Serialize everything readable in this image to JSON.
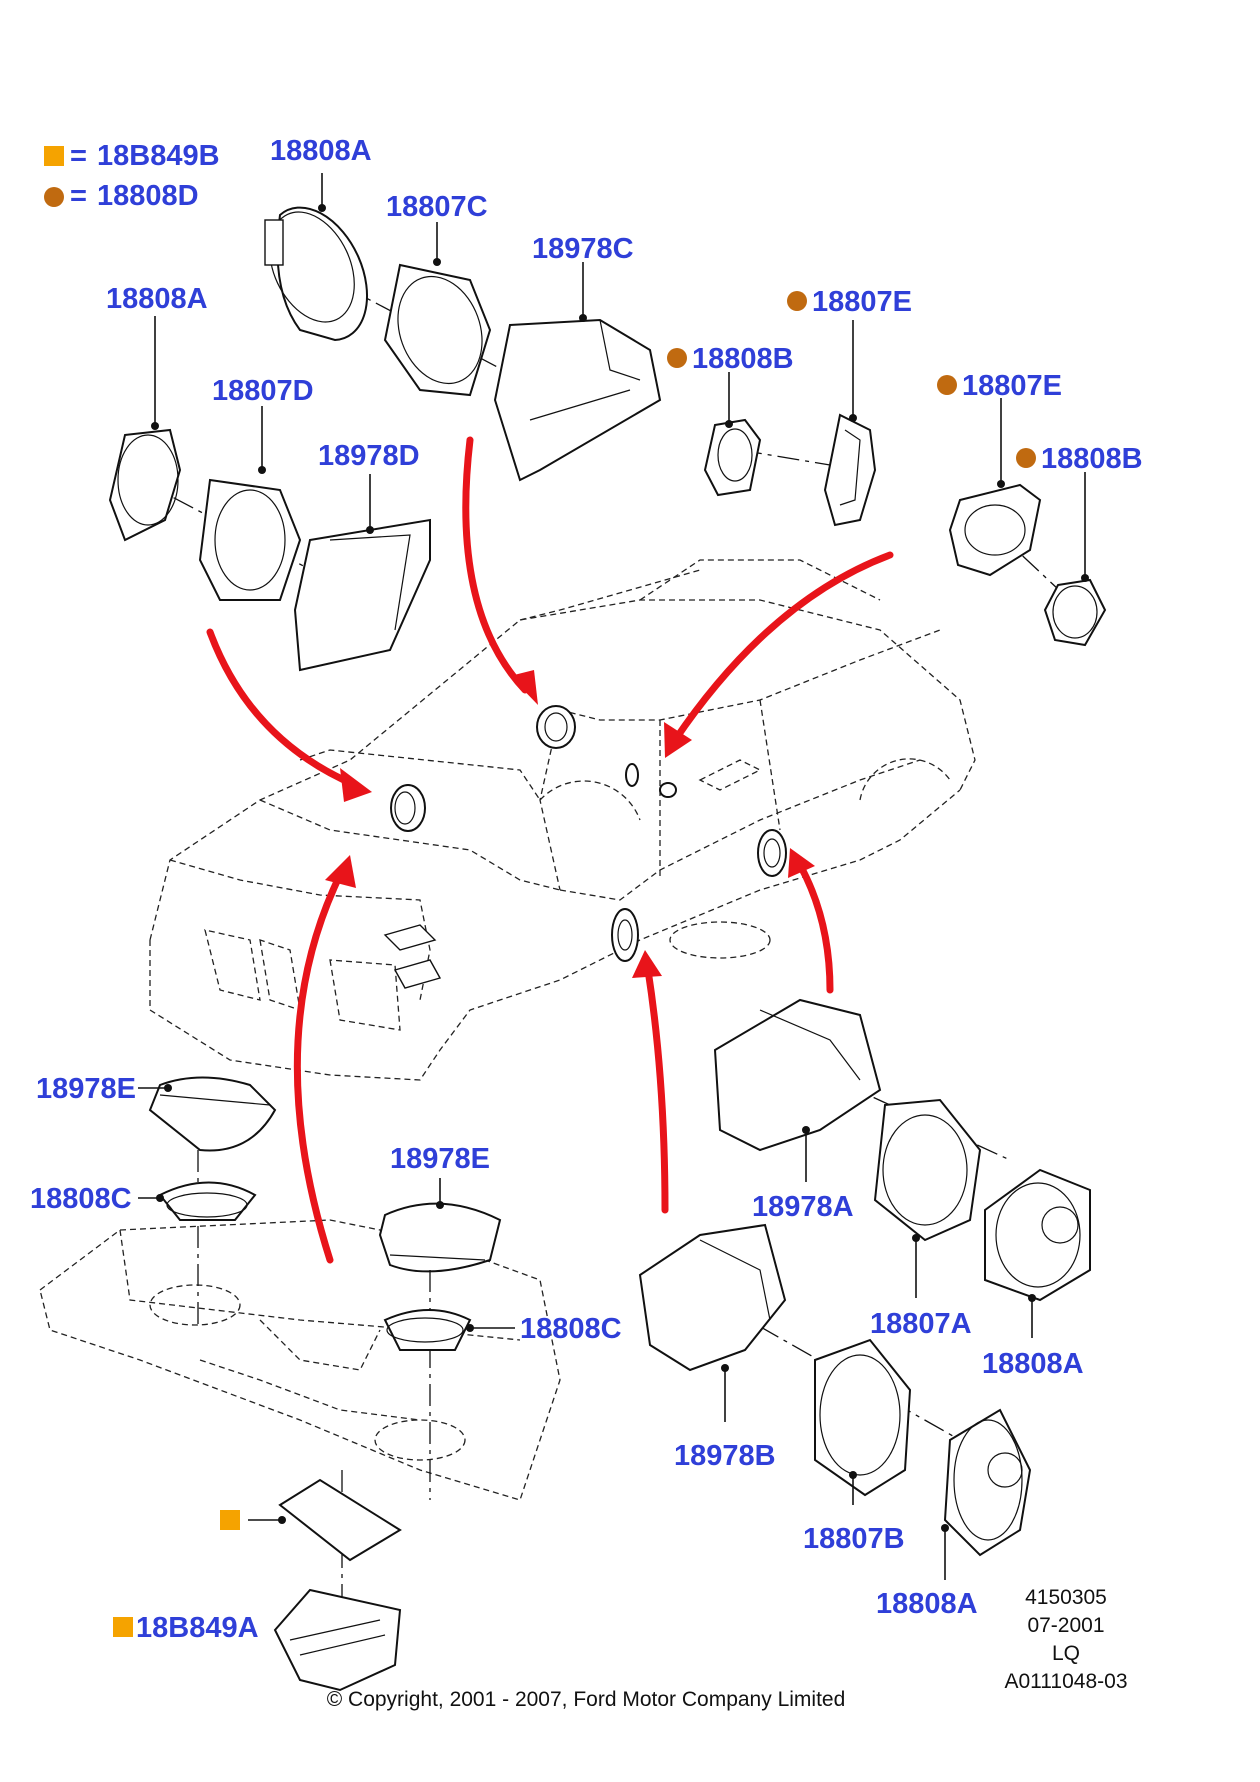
{
  "legend": {
    "square_symbol": "=",
    "square_part": "18B849B",
    "circle_symbol": "=",
    "circle_part": "18808D",
    "square_color": "#f5a300",
    "circle_color": "#c06a10"
  },
  "labels": {
    "top_speaker_a": "18808A",
    "top_adapter_c": "18807C",
    "top_cover_c": "18978C",
    "left_speaker_a": "18808A",
    "left_adapter_d": "18807D",
    "left_cover_d": "18978D",
    "tweeter_bracket_e_1": "18807E",
    "tweeter_b_1": "18808B",
    "tweeter_bracket_e_2": "18807E",
    "tweeter_b_2": "18808B",
    "rear_grille_e_1": "18978E",
    "rear_speaker_c_1": "18808C",
    "rear_grille_e_2": "18978E",
    "rear_speaker_c_2": "18808C",
    "door_cover_a": "18978A",
    "door_adapter_a": "18807A",
    "door_speaker_a": "18808A",
    "door_cover_b": "18978B",
    "door_adapter_b": "18807B",
    "door_speaker_a_lower": "18808A",
    "amplifier": "18B849A"
  },
  "meta": {
    "line1": "4150305",
    "line2": "07-2001",
    "line3": "LQ",
    "line4": "A0111048-03"
  },
  "copyright": "© Copyright, 2001 - 2007, Ford Motor Company Limited",
  "colors": {
    "label_blue": "#2f3fd8",
    "arrow_red": "#e8141a",
    "line": "#111111"
  }
}
